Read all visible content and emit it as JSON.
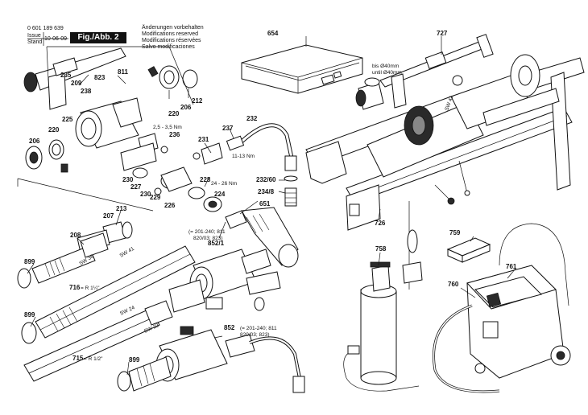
{
  "header": {
    "doc_number": "0 601 189 639",
    "issue_label": "Issue",
    "stand_label": "Stand",
    "issue_date": "10-06-09",
    "figure_label": "Fig./Abb. 2",
    "notes": [
      "Änderungen vorbehalten",
      "Modifications reserved",
      "Modifications réservées",
      "Salvo modificaciones"
    ]
  },
  "callouts": {
    "p654": "654",
    "p727": "727",
    "p235": "235",
    "p209": "209",
    "p238": "238",
    "p823": "823",
    "p811": "811",
    "p220a": "220",
    "p206a": "206",
    "p212": "212",
    "p236": "236",
    "p225": "225",
    "p220b": "220",
    "p206b": "206",
    "p231": "231",
    "p237": "237",
    "p232": "232",
    "p230a": "230",
    "p227": "227",
    "p230b": "230",
    "p229": "229",
    "p226": "226",
    "p228": "228",
    "p224": "224",
    "p651": "651",
    "p232_60": "232/60",
    "p234_8": "234/8",
    "p207": "207",
    "p213": "213",
    "p208": "208",
    "p899a": "899",
    "p716": "716",
    "p899b": "899",
    "p715": "715",
    "p899c": "899",
    "p852_1": "852/1",
    "p852": "852",
    "p726": "726",
    "p758": "758",
    "p759": "759",
    "p761": "761",
    "p760": "760"
  },
  "specs": {
    "torque_a": "2,5 - 3,5 Nm",
    "torque_b": "11-13 Nm",
    "torque_c": "24 - 26 Nm",
    "sw36": "SW 36",
    "sw41a": "SW 41",
    "sw41b": "SW 41",
    "sw24": "SW 24",
    "sw22": "SW 22",
    "thread_716": "= R 1¼\"",
    "thread_715": "= R 1/2\"",
    "bis": "bis Ø40mm",
    "until": "until Ø40mm",
    "ref_852_1_a": "(= 201-240; 811",
    "ref_852_1_b": "820/03; 823)",
    "ref_852_a": "(= 201-240; 811",
    "ref_852_b": "820/03; 823)"
  },
  "colors": {
    "ink": "#111111",
    "paper": "#ffffff"
  }
}
